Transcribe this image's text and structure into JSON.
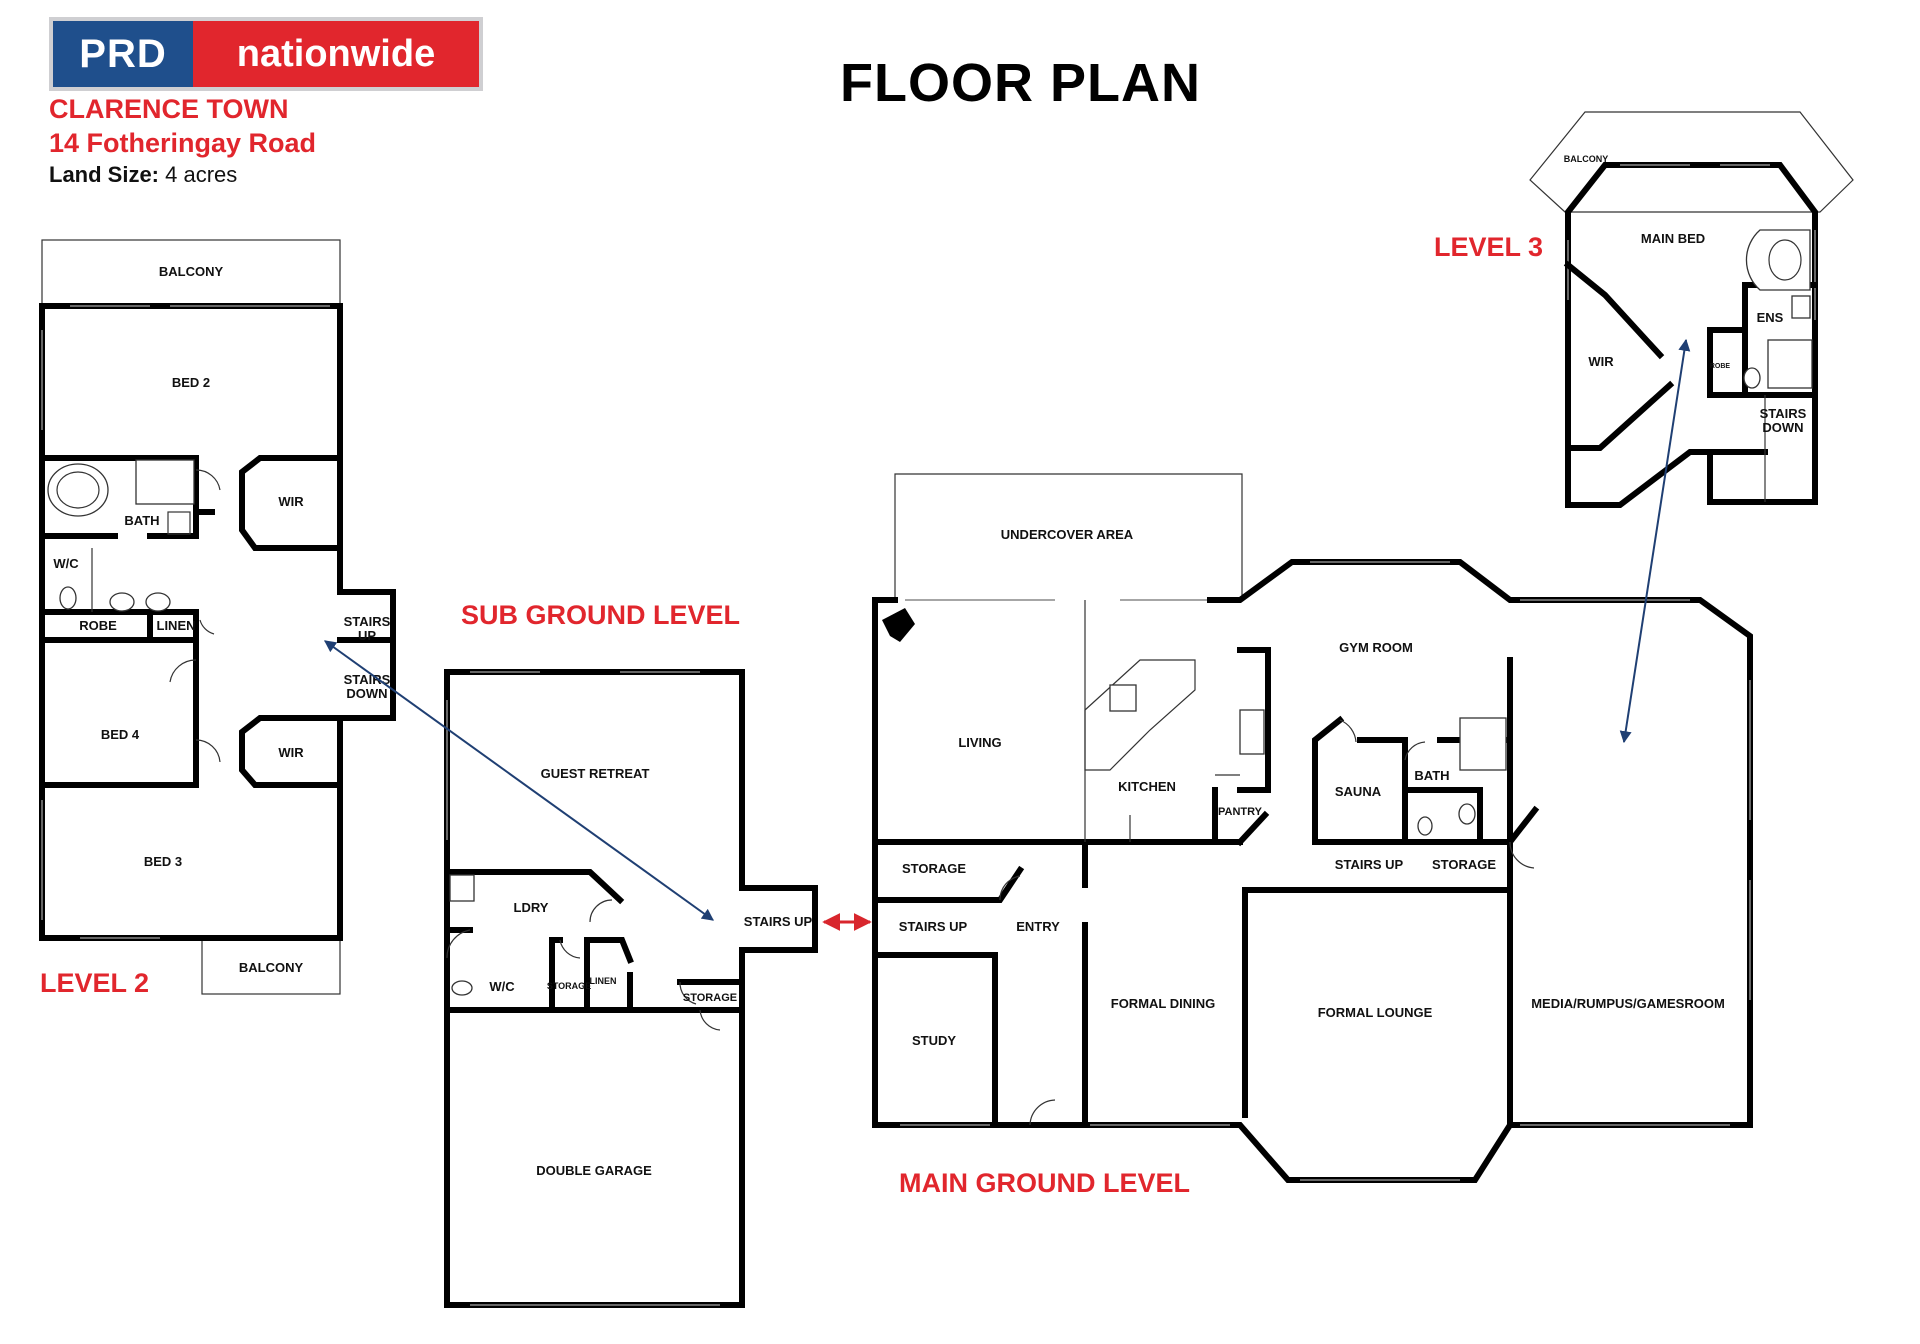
{
  "brand": {
    "left": "PRD",
    "right": "nationwide",
    "color_blue": "#1f4f8c",
    "color_red": "#e1262d"
  },
  "header": {
    "suburb": "CLARENCE TOWN",
    "address": "14 Fotheringay Road",
    "land_label": "Land Size:",
    "land_value": "4 acres"
  },
  "title": "FLOOR PLAN",
  "levels": {
    "level2": "LEVEL 2",
    "level3": "LEVEL 3",
    "sub_ground": "SUB GROUND LEVEL",
    "main_ground": "MAIN GROUND LEVEL"
  },
  "rooms": {
    "l2_balcony_top": "BALCONY",
    "l2_bed2": "BED 2",
    "l2_bath": "BATH",
    "l2_wir_1": "WIR",
    "l2_wc": "W/C",
    "l2_robe": "ROBE",
    "l2_linen": "LINEN",
    "l2_stairs_up_1": "STAIRS",
    "l2_stairs_up_2": "UP",
    "l2_stairs_down_1": "STAIRS",
    "l2_stairs_down_2": "DOWN",
    "l2_bed4": "BED 4",
    "l2_wir_2": "WIR",
    "l2_bed3": "BED 3",
    "l2_balcony_bottom": "BALCONY",
    "sg_guest_retreat": "GUEST RETREAT",
    "sg_ldry": "LDRY",
    "sg_wc": "W/C",
    "sg_storage_small": "STORAGE",
    "sg_linen": "LINEN",
    "sg_storage": "STORAGE",
    "sg_stairs_up": "STAIRS UP",
    "sg_double_garage": "DOUBLE GARAGE",
    "mg_undercover": "UNDERCOVER AREA",
    "mg_living": "LIVING",
    "mg_kitchen": "KITCHEN",
    "mg_pantry": "PANTRY",
    "mg_gym": "GYM ROOM",
    "mg_sauna": "SAUNA",
    "mg_bath": "BATH",
    "mg_storage_1": "STORAGE",
    "mg_stairs_up_1": "STAIRS UP",
    "mg_stairs_up_2": "STAIRS UP",
    "mg_storage_2": "STORAGE",
    "mg_entry": "ENTRY",
    "mg_study": "STUDY",
    "mg_formal_dining": "FORMAL DINING",
    "mg_formal_lounge": "FORMAL LOUNGE",
    "mg_media": "MEDIA/RUMPUS/GAMESROOM",
    "l3_balcony": "BALCONY",
    "l3_main_bed": "MAIN BED",
    "l3_ens": "ENS",
    "l3_wir": "WIR",
    "l3_robe": "ROBE",
    "l3_stairs_down_1": "STAIRS",
    "l3_stairs_down_2": "DOWN"
  },
  "colors": {
    "level_label": "#e1262d",
    "connector_blue": "#1f3f73",
    "connector_red": "#d8262d"
  }
}
